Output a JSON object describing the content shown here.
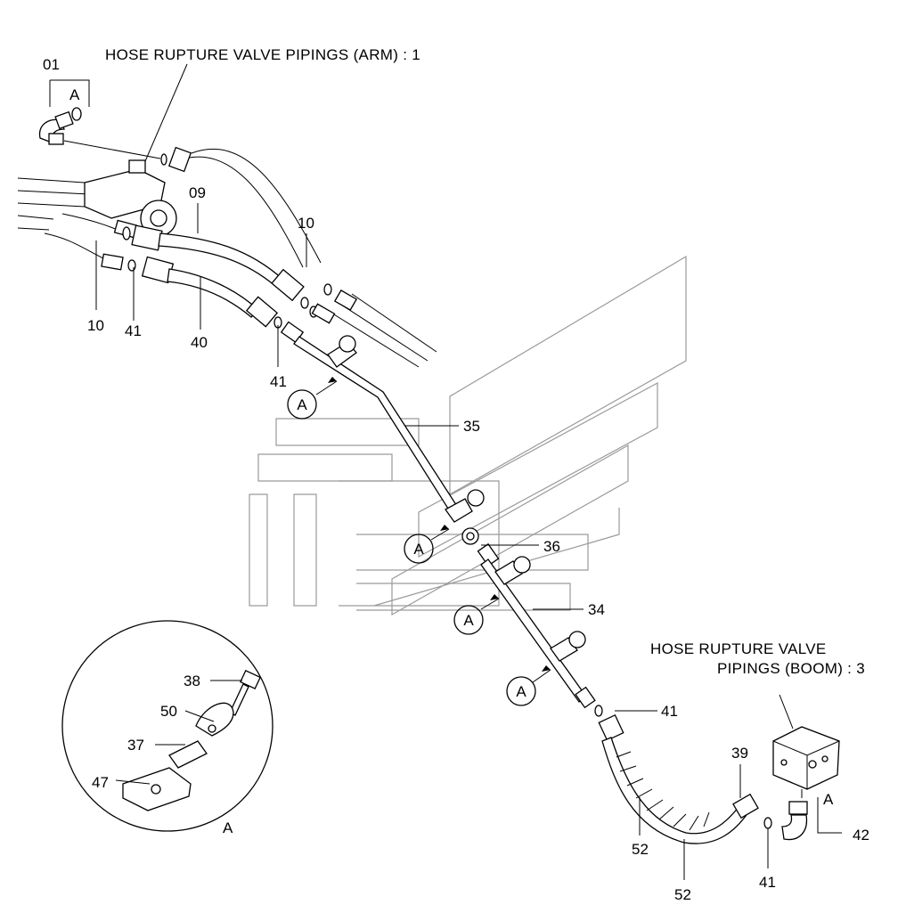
{
  "titles": {
    "arm": "HOSE RUPTURE  VALVE  PIPINGS (ARM) : 1",
    "boom_line1": "HOSE RUPTURE  VALVE",
    "boom_line2": "PIPINGS (BOOM) : 3"
  },
  "callouts": {
    "c01": "01",
    "c09": "09",
    "c10a": "10",
    "c10b": "10",
    "c41a": "41",
    "c40": "40",
    "c41b": "41",
    "c35": "35",
    "c36": "36",
    "c34": "34",
    "c41c": "41",
    "c39": "39",
    "c42": "42",
    "c52a": "52",
    "c52b": "52",
    "c41d": "41",
    "c38": "38",
    "c50": "50",
    "c37": "37",
    "c47": "47"
  },
  "references": {
    "a_top": "A",
    "a1": "A",
    "a2": "A",
    "a3": "A",
    "a4": "A",
    "a_boom": "A",
    "a_detail": "A"
  }
}
